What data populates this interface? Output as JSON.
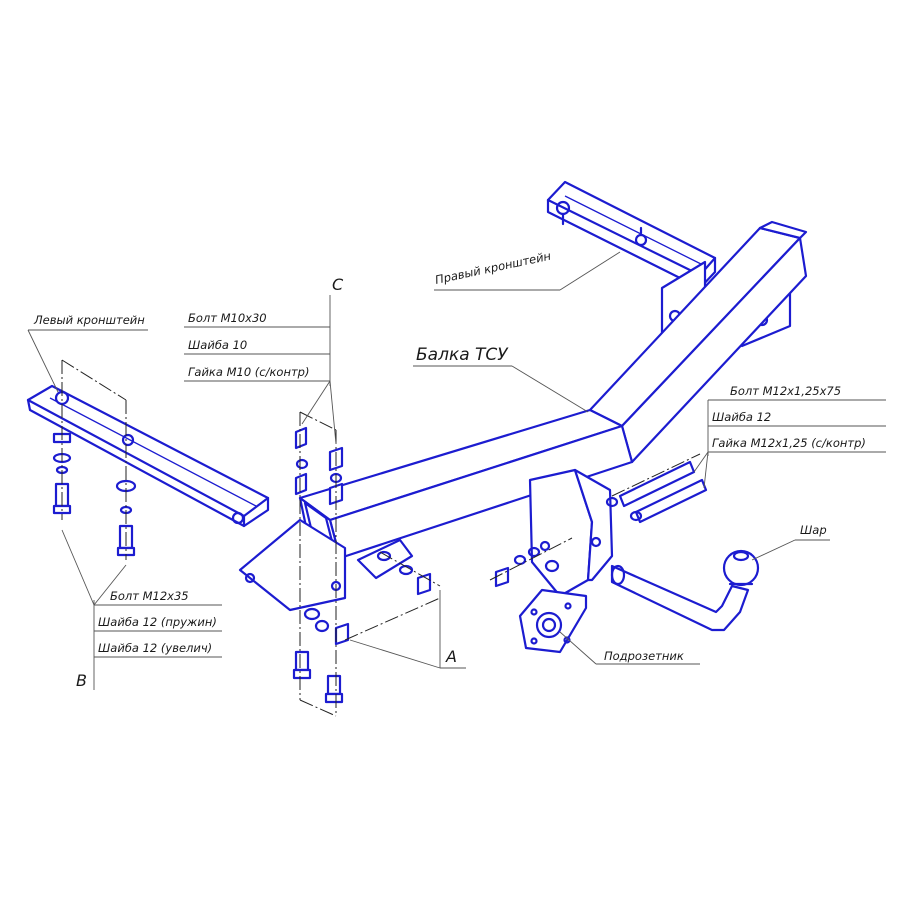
{
  "labels": {
    "left_bracket": "Левый кронштейн",
    "right_bracket": "Правый кронштейн",
    "beam": "Балка ТСУ",
    "ball": "Шар",
    "socket_plate": "Подрозетник"
  },
  "callout_c": {
    "letter": "C",
    "lines": [
      "Болт М10х30",
      "Шайба 10",
      "Гайка М10 (с/контр)"
    ]
  },
  "callout_b": {
    "letter": "B",
    "lines": [
      "Болт М12х35",
      "Шайба 12 (пружин)",
      "Шайба 12 (увелич)"
    ]
  },
  "callout_a": {
    "letter": "A"
  },
  "callout_right": {
    "lines": [
      "Болт М12х1,25х75",
      "Шайба 12",
      "Гайка М12х1,25 (с/контр)"
    ]
  },
  "colors": {
    "part_stroke": "#1c1cd0",
    "text": "#1a1a1a"
  }
}
